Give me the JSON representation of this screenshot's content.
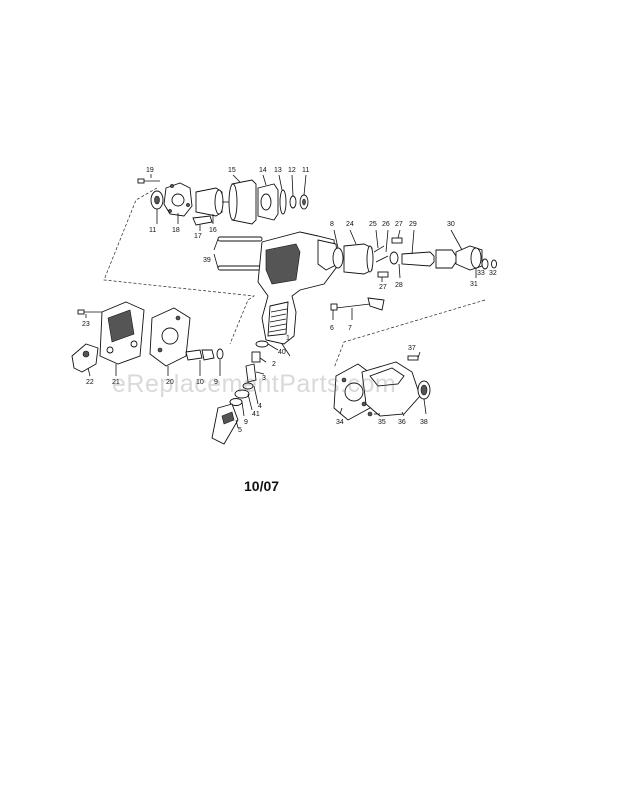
{
  "diagram": {
    "revision_date": "10/07",
    "watermark": "eReplacementParts.com",
    "labels": [
      "19",
      "15",
      "14",
      "13",
      "12",
      "11",
      "11",
      "18",
      "16",
      "17",
      "39",
      "8",
      "24",
      "25",
      "26",
      "27",
      "29",
      "30",
      "27",
      "28",
      "31",
      "33",
      "32",
      "23",
      "6",
      "7",
      "40",
      "1",
      "2",
      "3",
      "22",
      "21",
      "20",
      "10",
      "9",
      "4",
      "41",
      "9",
      "5",
      "37",
      "34",
      "35",
      "36",
      "38"
    ]
  }
}
